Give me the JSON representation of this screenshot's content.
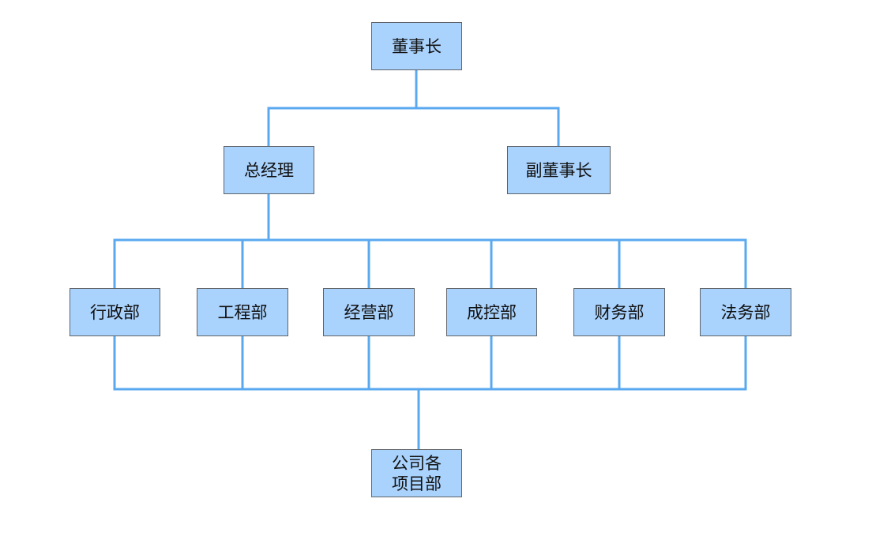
{
  "org_chart": {
    "chairman": "董事长",
    "general_manager": "总经理",
    "vice_chairman": "副董事长",
    "departments": [
      "行政部",
      "工程部",
      "经营部",
      "成控部",
      "财务部",
      "法务部"
    ],
    "projects": "公司各\n项目部"
  },
  "colors": {
    "node_fill": "#a9d2fd",
    "node_border": "#5f6368",
    "connector": "#5aa9f0",
    "background": "#ffffff"
  }
}
